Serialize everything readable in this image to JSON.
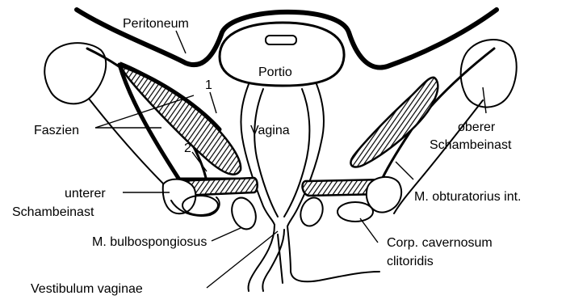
{
  "labels": {
    "peritoneum": "Peritoneum",
    "portio": "Portio",
    "vagina": "Vagina",
    "faszien": "Faszien",
    "num1": "1",
    "num2": "2",
    "oberer_line1": "oberer",
    "oberer_line2": "Schambeinast",
    "unterer_line1": "unterer",
    "unterer_line2": "Schambeinast",
    "obturatorius": "M. obturatorius int.",
    "bulbospongiosus": "M. bulbospongiosus",
    "corp_line1": "Corp. cavernosum",
    "corp_line2": "clitoridis",
    "vestibulum": "Vestibulum vaginae"
  },
  "colors": {
    "ink": "#000000",
    "background": "#ffffff"
  }
}
